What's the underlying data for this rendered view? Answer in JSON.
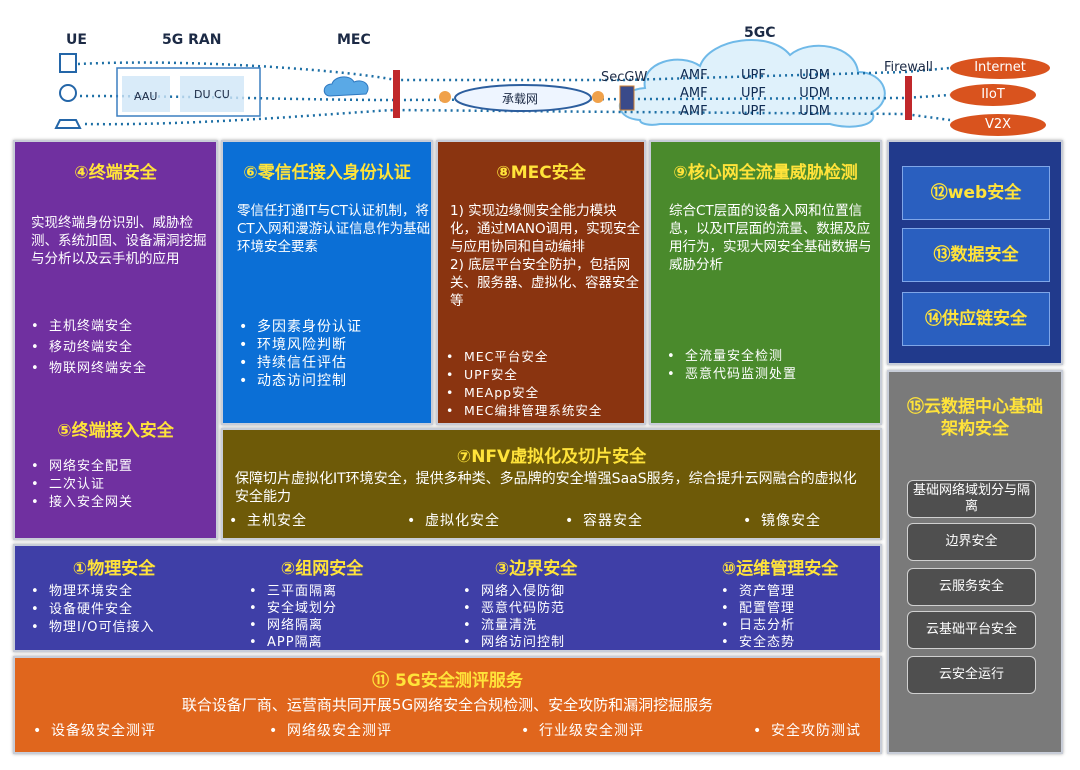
{
  "header": {
    "ue": "UE",
    "ran": "5G RAN",
    "aau": "AAU",
    "du_cu": "DU CU",
    "mec": "MEC",
    "bearer": "承载网",
    "secgw": "SecGW",
    "core": "5GC",
    "core_rows": [
      [
        "AMF",
        "UPF",
        "UDM"
      ],
      [
        "AMF",
        "UPF",
        "UDM"
      ],
      [
        "AMF",
        "UPF",
        "UDM"
      ]
    ],
    "firewall": "Firewall",
    "endpoints": [
      "Internet",
      "IIoT",
      "V2X"
    ]
  },
  "terminal": {
    "title": "④终端安全",
    "desc": "实现终端身份识别、威胁检测、系统加固、设备漏洞挖掘与分析以及云手机的应用",
    "items": [
      "主机终端安全",
      "移动终端安全",
      "物联网终端安全"
    ],
    "access_title": "⑤终端接入安全",
    "access_items": [
      "网络安全配置",
      "二次认证",
      "接入安全网关"
    ]
  },
  "zerotrust": {
    "title": "⑥零信任接入身份认证",
    "desc": "零信任打通IT与CT认证机制，将CT入网和漫游认证信息作为基础环境安全要素",
    "items": [
      "多因素身份认证",
      "环境风险判断",
      "持续信任评估",
      "动态访问控制"
    ]
  },
  "mec": {
    "title": "⑧MEC安全",
    "desc": "1) 实现边缘侧安全能力模块化，通过MANO调用，实现安全与应用协同和自动编排\n2) 底层平台安全防护，包括网关、服务器、虚拟化、容器安全等",
    "items": [
      "MEC平台安全",
      "UPF安全",
      "MEApp安全",
      "MEC编排管理系统安全"
    ]
  },
  "core": {
    "title": "⑨核心网全流量威胁检测",
    "desc": "综合CT层面的设备入网和位置信息，以及IT层面的流量、数据及应用行为，实现大网安全基础数据与威胁分析",
    "items": [
      "全流量安全检测",
      "恶意代码监测处置"
    ]
  },
  "right": {
    "web": "⑫web安全",
    "data": "⑬数据安全",
    "supply": "⑭供应链安全"
  },
  "nfv": {
    "title": "⑦NFV虚拟化及切片安全",
    "desc": "保障切片虚拟化IT环境安全，提供多种类、多品牌的安全增强SaaS服务，综合提升云网融合的虚拟化安全能力",
    "items": [
      "主机安全",
      "虚拟化安全",
      "容器安全",
      "镜像安全"
    ]
  },
  "bottom": {
    "physical": {
      "title": "①物理安全",
      "items": [
        "物理环境安全",
        "设备硬件安全",
        "物理I/O可信接入"
      ]
    },
    "network": {
      "title": "②组网安全",
      "items": [
        "三平面隔离",
        "安全域划分",
        "网络隔离",
        "APP隔离"
      ]
    },
    "border": {
      "title": "③边界安全",
      "items": [
        "网络入侵防御",
        "恶意代码防范",
        "流量清洗",
        "网络访问控制"
      ]
    },
    "ops": {
      "title": "⑩运维管理安全",
      "items": [
        "资产管理",
        "配置管理",
        "日志分析",
        "安全态势"
      ]
    }
  },
  "eval": {
    "title": "⑪ 5G安全测评服务",
    "desc": "联合设备厂商、运营商共同开展5G网络安全合规检测、安全攻防和漏洞挖掘服务",
    "items": [
      "设备级安全测评",
      "网络级安全测评",
      "行业级安全测评",
      "安全攻防测试"
    ]
  },
  "cloud": {
    "title": "⑮云数据中心基础架构安全",
    "items": [
      "基础网络域划分与隔离",
      "边界安全",
      "云服务安全",
      "云基础平台安全",
      "云安全运行"
    ]
  },
  "colors": {
    "terminal": "#7030a0",
    "zerotrust": "#0b6fd6",
    "mec": "#8a3410",
    "core": "#4a8a2c",
    "nfv": "#6e5a08",
    "bottom": "#3f3fa7",
    "eval": "#e0661d",
    "right": "#213a8c",
    "cloud": "#7a7a7a",
    "title": "#ffe33a"
  }
}
